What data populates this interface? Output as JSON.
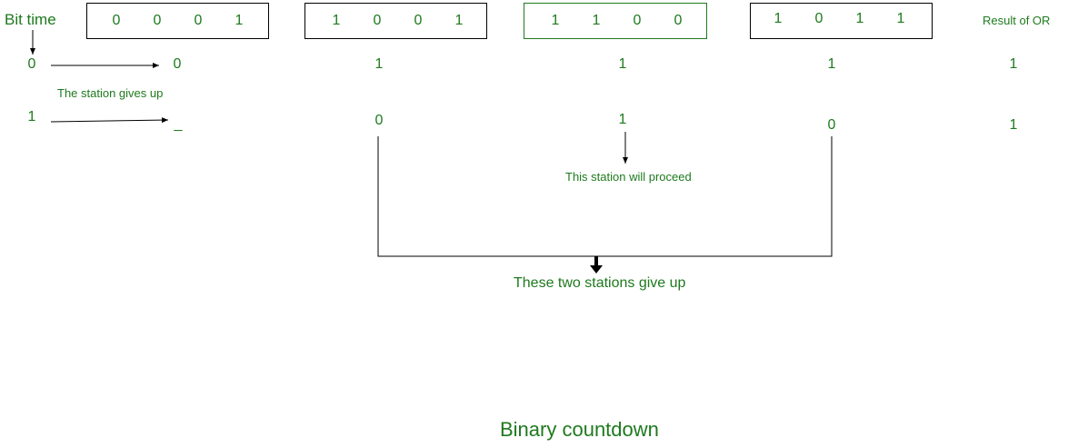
{
  "labels": {
    "bit_time": "Bit time",
    "result_of_or": "Result of OR",
    "station_gives_up": "The station gives up",
    "station_will_proceed": "This station will proceed",
    "two_stations_give_up": "These two stations give up",
    "caption": "Binary countdown"
  },
  "stations": [
    {
      "bits": [
        "0",
        "0",
        "0",
        "1"
      ]
    },
    {
      "bits": [
        "1",
        "0",
        "0",
        "1"
      ]
    },
    {
      "bits": [
        "1",
        "1",
        "0",
        "0"
      ]
    },
    {
      "bits": [
        "1",
        "0",
        "1",
        "1"
      ]
    }
  ],
  "bit_time_values": [
    "0",
    "1"
  ],
  "row1": {
    "station1": "0",
    "station2": "1",
    "station3": "1",
    "station4": "1",
    "or_result": "1"
  },
  "row2": {
    "station1": "_",
    "station2": "0",
    "station3": "1",
    "station4": "0",
    "or_result": "1"
  },
  "colors": {
    "text": "#1e7a1e",
    "lines": "#000000"
  }
}
